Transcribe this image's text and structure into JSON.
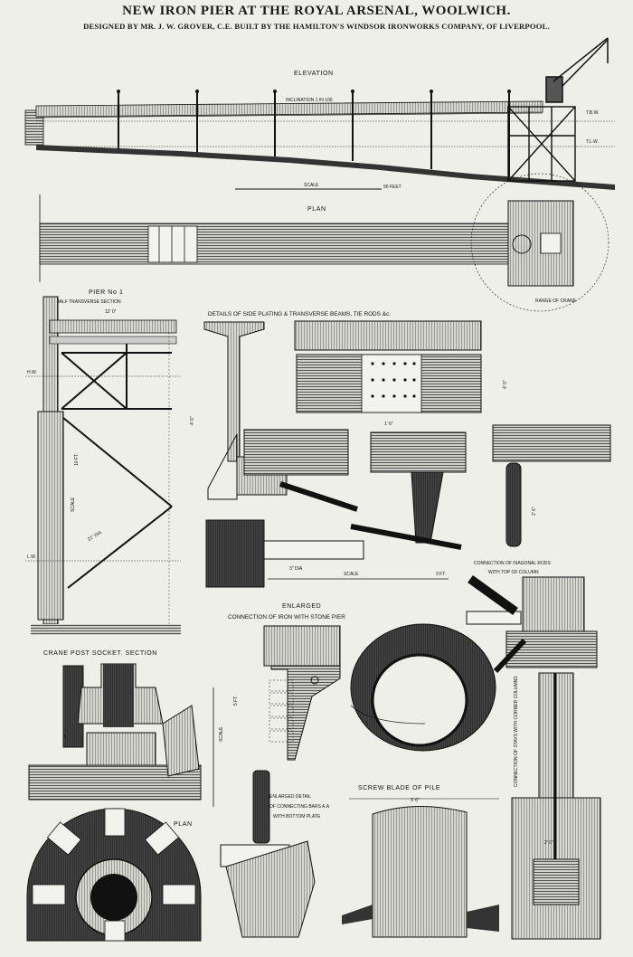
{
  "title": "NEW IRON PIER AT THE ROYAL ARSENAL, WOOLWICH.",
  "subtitle": "DESIGNED BY MR. J. W. GROVER, C.E.  BUILT BY THE HAMILTON'S WINDSOR IRONWORKS COMPANY, OF LIVERPOOL.",
  "labels": {
    "elevation": "ELEVATION",
    "inclination": "INCLINATION 1 IN 100",
    "tbw": "T.B.W.",
    "tlw": "T.L.W.",
    "scale": "SCALE",
    "feet90": "90 FEET",
    "plan": "PLAN",
    "range_of_crane": "RANGE OF CRANE",
    "pier_no1": "PIER No 1",
    "half_transverse": "HALF TRANSVERSE SECTION",
    "details_side_plating": "DETAILS OF SIDE PLATING & TRANSVERSE BEAMS, TIE RODS &c.",
    "hw": "H.W.",
    "lw": "L.W.",
    "dia_21": "21\" DIA",
    "dia_3": "3\" DIA",
    "ft3": "3 FT.",
    "ft5": "5 FT.",
    "ft10": "10 FT.",
    "dim_12": "12' 0\"",
    "dim_4_6": "4' 6\"",
    "dim_1_6": "1' 6\"",
    "dim_4_0": "4' 0\"",
    "dim_2_6": "2' 6\"",
    "dim_3_6": "3' 6\"",
    "dim_2_0": "2' 0\"",
    "conn_diag_1": "CONNECTION OF DIAGONAL RODS",
    "conn_diag_2": "WITH TOP OF COLUMN",
    "enlarged": "ENLARGED",
    "conn_iron_stone": "CONNECTION OF IRON WITH STONE PIER",
    "crane_post": "CRANE POST SOCKET. SECTION",
    "plan2": "PLAN",
    "enlarged_detail_1": "ENLARGED DETAIL",
    "enlarged_detail_2": "OF CONNECTING BARS A.A",
    "enlarged_detail_3": "WITH BOTTOM PLATE",
    "screw_blade": "SCREW BLADE OF PILE",
    "conn_stays": "CONNECTION OF STAYS WITH CORNER COLUMNS",
    "a": "A"
  }
}
